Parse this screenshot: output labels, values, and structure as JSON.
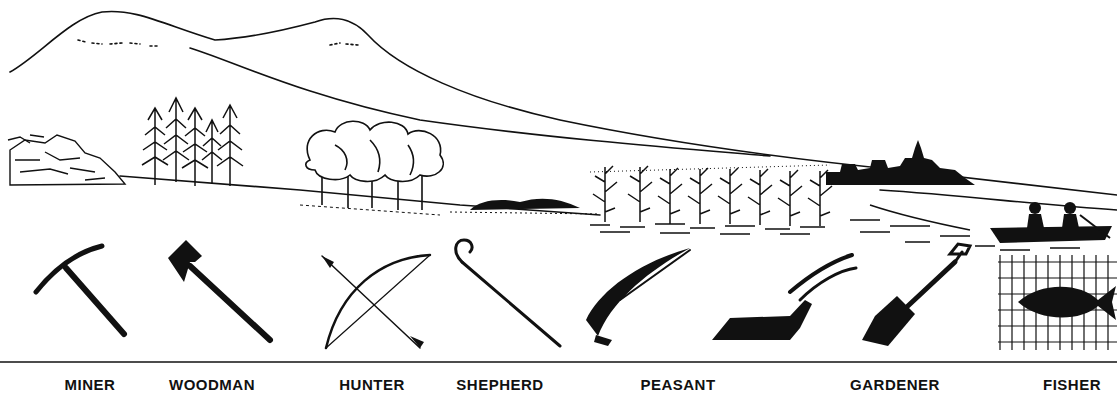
{
  "diagram": {
    "labels": [
      "MINER",
      "WOODMAN",
      "HUNTER",
      "SHEPHERD",
      "PEASANT",
      "GARDENER",
      "FISHER"
    ]
  }
}
